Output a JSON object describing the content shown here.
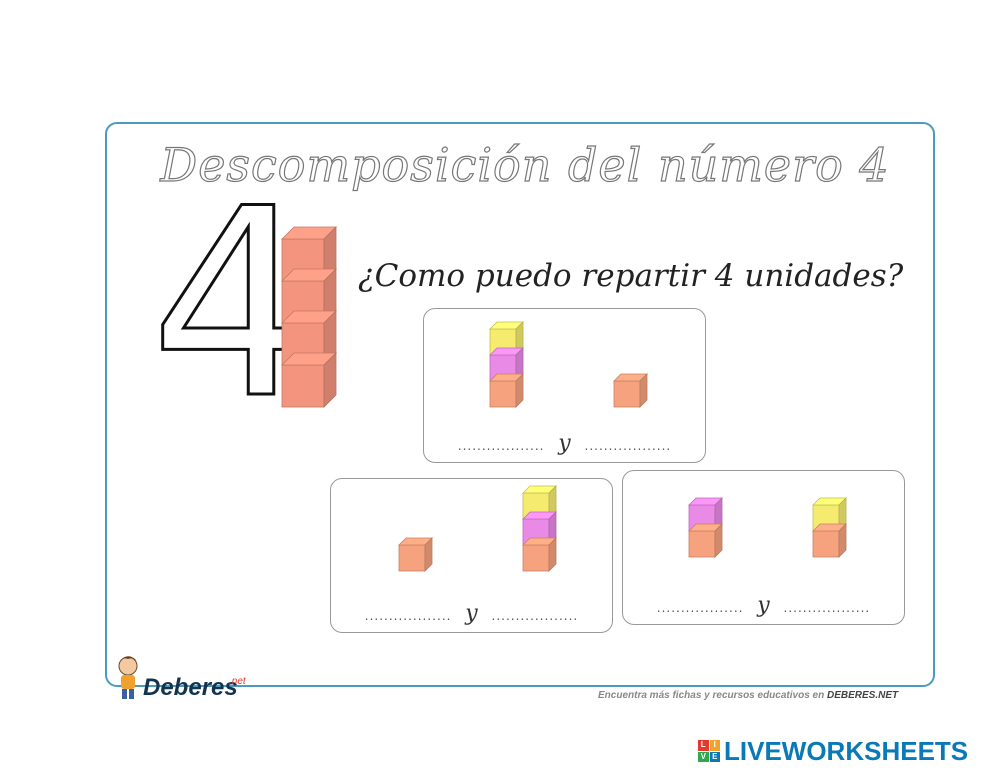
{
  "worksheet": {
    "title": "Descomposición del número 4",
    "big_number": "4",
    "question": "¿Como puedo repartir 4 unidades?",
    "tower_units": 4,
    "exercises": [
      {
        "left_cubes": [
          "yellow",
          "pink",
          "orange"
        ],
        "right_cubes": [
          "orange"
        ],
        "blank_left": "..................",
        "connector": "y",
        "blank_right": ".................."
      },
      {
        "left_cubes": [
          "orange"
        ],
        "right_cubes": [
          "yellow",
          "pink",
          "orange"
        ],
        "blank_left": "..................",
        "connector": "y",
        "blank_right": ".................."
      },
      {
        "left_cubes": [
          "pink",
          "orange"
        ],
        "right_cubes": [
          "yellow",
          "orange"
        ],
        "blank_left": "..................",
        "connector": "y",
        "blank_right": ".................."
      }
    ]
  },
  "branding": {
    "logo_text": "Deberes",
    "logo_suffix": ".net",
    "footer_prefix": "Encuentra más fichas y recursos educativos en",
    "footer_site": "DEBERES.NET",
    "watermark": "LIVEWORKSHEETS"
  },
  "colors": {
    "border": "#4a9bbf",
    "orange": "#f6a27e",
    "pink": "#e98be6",
    "yellow": "#f5ec6f",
    "tower": "#f3957e"
  }
}
